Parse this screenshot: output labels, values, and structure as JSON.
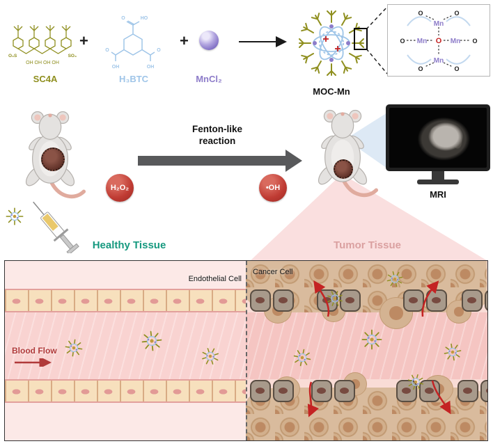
{
  "palette": {
    "olive": "#8f8f1f",
    "light_blue": "#9fc5e8",
    "purple": "#8d7cc9",
    "badge_red": "#bf3b33",
    "accent_red": "#c42323",
    "teal": "#16997f",
    "tumor_title_red": "#b06363",
    "blood_flow_red": "#b03a3a"
  },
  "synthesis": {
    "sc4a": {
      "label": "SC4A",
      "oh_row": "OH OH OH OH",
      "so3_left": "O₃S",
      "so3_right": "SO₃"
    },
    "plus": "+",
    "h3btc": {
      "label": "H₃BTC",
      "o": "O",
      "oh": "OH",
      "ho": "HO"
    },
    "mncl2": {
      "label": "MnCl₂"
    },
    "moc": {
      "label": "MOC-Mn"
    },
    "inset": {
      "mn": "Mn",
      "o_center": "O",
      "o": "O"
    }
  },
  "reaction": {
    "fenton_label": "Fenton-like reaction",
    "h2o2_label": "H₂O₂",
    "hydroxyl_label": "•OH",
    "mri_label": "MRI"
  },
  "tissue": {
    "healthy_title": "Healthy Tissue",
    "tumor_title": "Tumor Tissue",
    "endothelial_label": "Endothelial Cell",
    "cancer_label": "Cancer Cell",
    "blood_flow_label": "Blood Flow"
  }
}
